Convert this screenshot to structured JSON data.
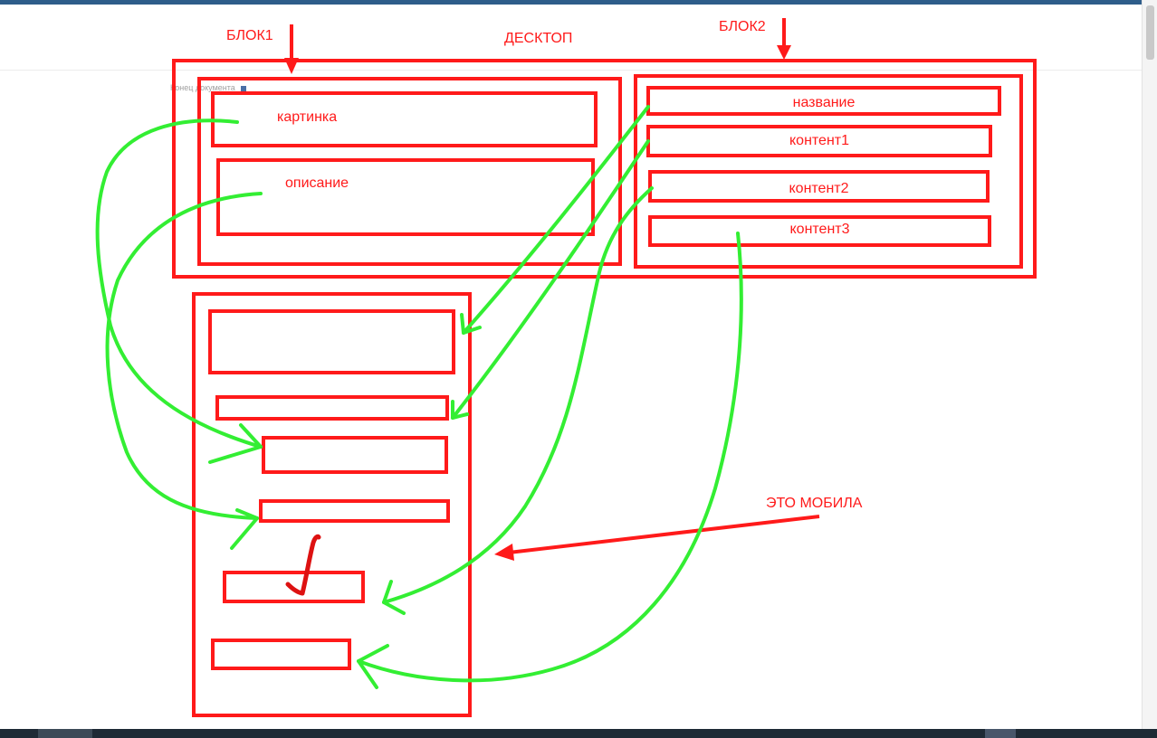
{
  "document": {
    "end_of_document": "Конец документа"
  },
  "labels": {
    "block1": "БЛОК1",
    "desktop": "ДЕСКТОП",
    "block2": "БЛОК2",
    "picture": "картинка",
    "description": "описание",
    "title": "название",
    "content1": "контент1",
    "content2": "контент2",
    "content3": "контент3",
    "mobile": "ЭТО МОБИЛА"
  },
  "colors": {
    "frame": "#ff1a1a",
    "arrow": "#33ee33",
    "window_accent": "#2e5d8a"
  }
}
